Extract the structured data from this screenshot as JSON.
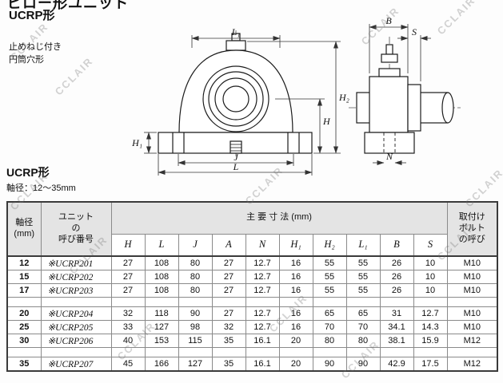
{
  "page": {
    "top_title_clipped": "ピロー形ユニット",
    "series_heading": "UCRP形",
    "feature_line1": "止めねじ付き",
    "feature_line2": "円筒穴形",
    "section_heading": "UCRP形",
    "shaft_range": "軸径：12〜35mm",
    "watermark": "CCLAIR"
  },
  "drawing": {
    "labels": {
      "L1": "L₁",
      "B": "B",
      "S": "S",
      "H2": "H₂",
      "H": "H",
      "H1": "H₁",
      "J": "J",
      "L": "L",
      "N": "N"
    }
  },
  "table": {
    "header": {
      "shaft": "軸径\n(mm)",
      "unit_no": "ユニット\nの\n呼び番号",
      "main_dims": "主 要 寸 法 (mm)",
      "bolt": "取付け\nボルト\nの呼び",
      "dims": [
        "H",
        "L",
        "J",
        "A",
        "N",
        "H₁",
        "H₂",
        "L₁",
        "B",
        "S"
      ]
    },
    "rows": [
      {
        "dia": "12",
        "no": "※UCRP201",
        "dims": [
          "27",
          "108",
          "80",
          "27",
          "12.7",
          "16",
          "55",
          "55",
          "26",
          "10"
        ],
        "bolt": "M10"
      },
      {
        "dia": "15",
        "no": "※UCRP202",
        "dims": [
          "27",
          "108",
          "80",
          "27",
          "12.7",
          "16",
          "55",
          "55",
          "26",
          "10"
        ],
        "bolt": "M10"
      },
      {
        "dia": "17",
        "no": "※UCRP203",
        "dims": [
          "27",
          "108",
          "80",
          "27",
          "12.7",
          "16",
          "55",
          "55",
          "26",
          "10"
        ],
        "bolt": "M10"
      },
      {
        "dia": "20",
        "no": "※UCRP204",
        "dims": [
          "32",
          "118",
          "90",
          "27",
          "12.7",
          "16",
          "65",
          "65",
          "31",
          "12.7"
        ],
        "bolt": "M10"
      },
      {
        "dia": "25",
        "no": "※UCRP205",
        "dims": [
          "33",
          "127",
          "98",
          "32",
          "12.7",
          "16",
          "70",
          "70",
          "34.1",
          "14.3"
        ],
        "bolt": "M10"
      },
      {
        "dia": "30",
        "no": "※UCRP206",
        "dims": [
          "40",
          "153",
          "115",
          "35",
          "16.1",
          "20",
          "80",
          "80",
          "38.1",
          "15.9"
        ],
        "bolt": "M12"
      },
      {
        "dia": "35",
        "no": "※UCRP207",
        "dims": [
          "45",
          "166",
          "127",
          "35",
          "16.1",
          "20",
          "90",
          "90",
          "42.9",
          "17.5"
        ],
        "bolt": "M12"
      }
    ]
  }
}
